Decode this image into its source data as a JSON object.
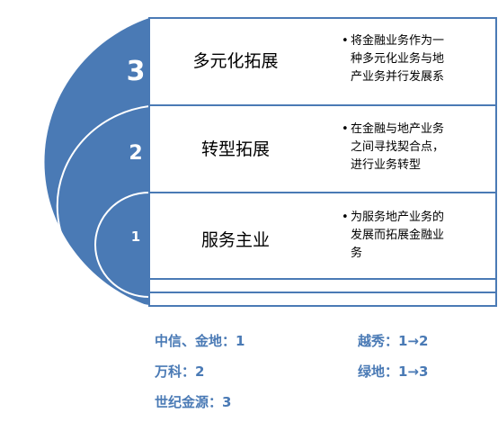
{
  "rows": [
    {
      "level": "3",
      "label": "多元化拓展",
      "desc": [
        "将金融业务作为一",
        "种多元化业务与地",
        "产业务并行发展系"
      ]
    },
    {
      "level": "2",
      "label": "转型拓展",
      "desc": [
        "在金融与地产业务",
        "之间寻找契合点，",
        "进行业务转型"
      ]
    },
    {
      "level": "1",
      "label": "服务主业",
      "desc": [
        "为服务地产业务的",
        "发展而拓展金融业",
        "务"
      ]
    }
  ],
  "legend": [
    {
      "text": "中信、金地：1"
    },
    {
      "text": "万科：2"
    },
    {
      "text": "世纪金源：3"
    },
    {
      "text": "越秀：1→2"
    },
    {
      "text": "绿地：1→3"
    }
  ],
  "colors": {
    "fill": "#4a7ab5",
    "legend": "#4a7ab5"
  }
}
